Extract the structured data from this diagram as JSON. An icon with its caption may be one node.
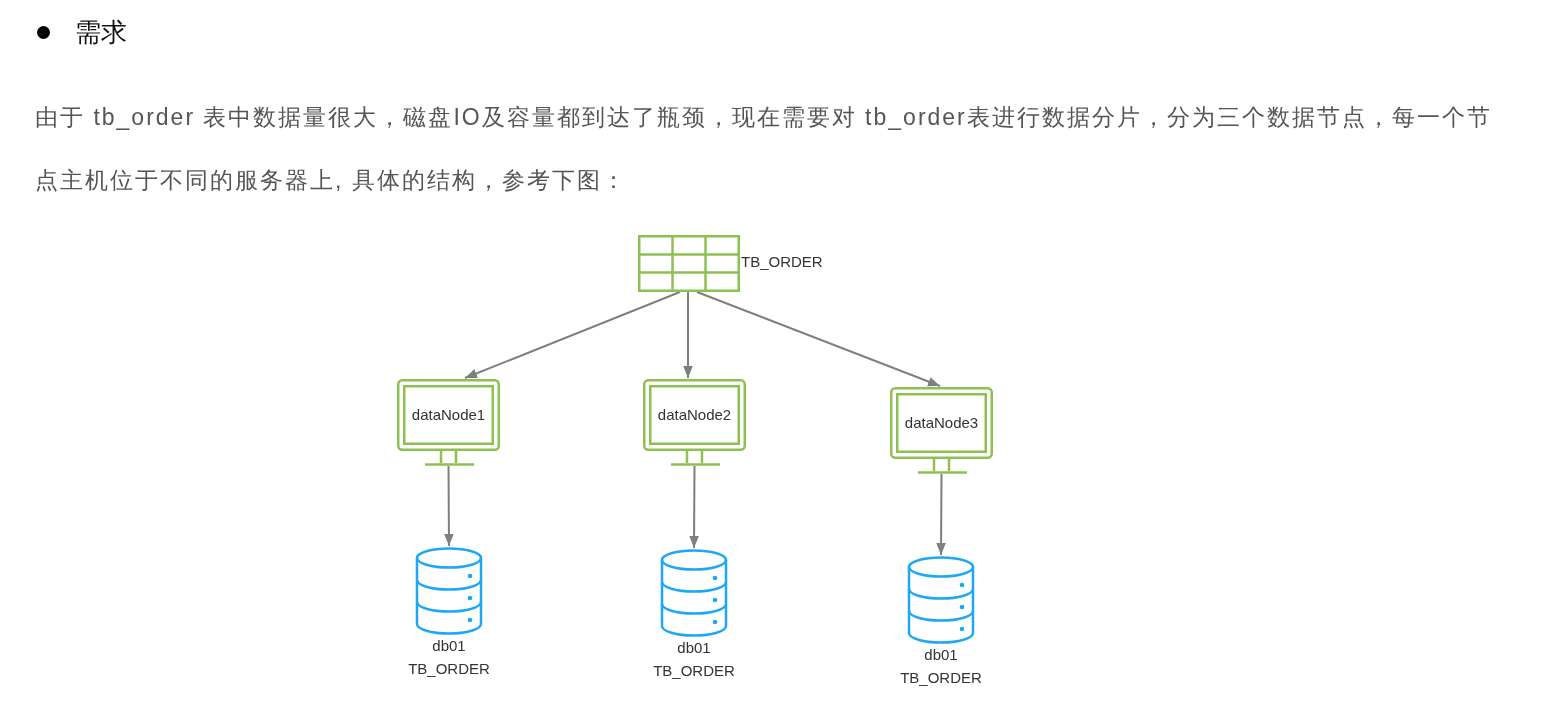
{
  "diagram": {
    "title": "需求",
    "nodes": [
      {
        "text": [
          "TB_ORDER"
        ]
      },
      {
        "text": [
          "dataNode1"
        ]
      },
      {
        "text": [
          "dataNode2"
        ]
      },
      {
        "text": [
          "dataNode3"
        ]
      },
      {
        "text": [
          "db01",
          "TB_ORDER"
        ]
      },
      {
        "text": [
          "db01",
          "TB_ORDER"
        ]
      },
      {
        "text": [
          "db01",
          "TB_ORDER"
        ]
      }
    ],
    "edges": [
      {
        "from": 0,
        "to": 1,
        "arrow": "to"
      },
      {
        "from": 0,
        "to": 2,
        "arrow": "to"
      },
      {
        "from": 0,
        "to": 3,
        "arrow": "to"
      },
      {
        "from": 1,
        "to": 4,
        "arrow": "to"
      },
      {
        "from": 2,
        "to": 5,
        "arrow": "to"
      },
      {
        "from": 3,
        "to": 6,
        "arrow": "to"
      }
    ],
    "labels": [
      "由于 tb_order 表中数据量很大，磁盘IO及容量都到达了瓶颈，现在需要对 tb_order表进行数据分片，分为三个数据节点，每一个节点主机位于不同的服务器上, 具体的结构，参考下图："
    ]
  }
}
